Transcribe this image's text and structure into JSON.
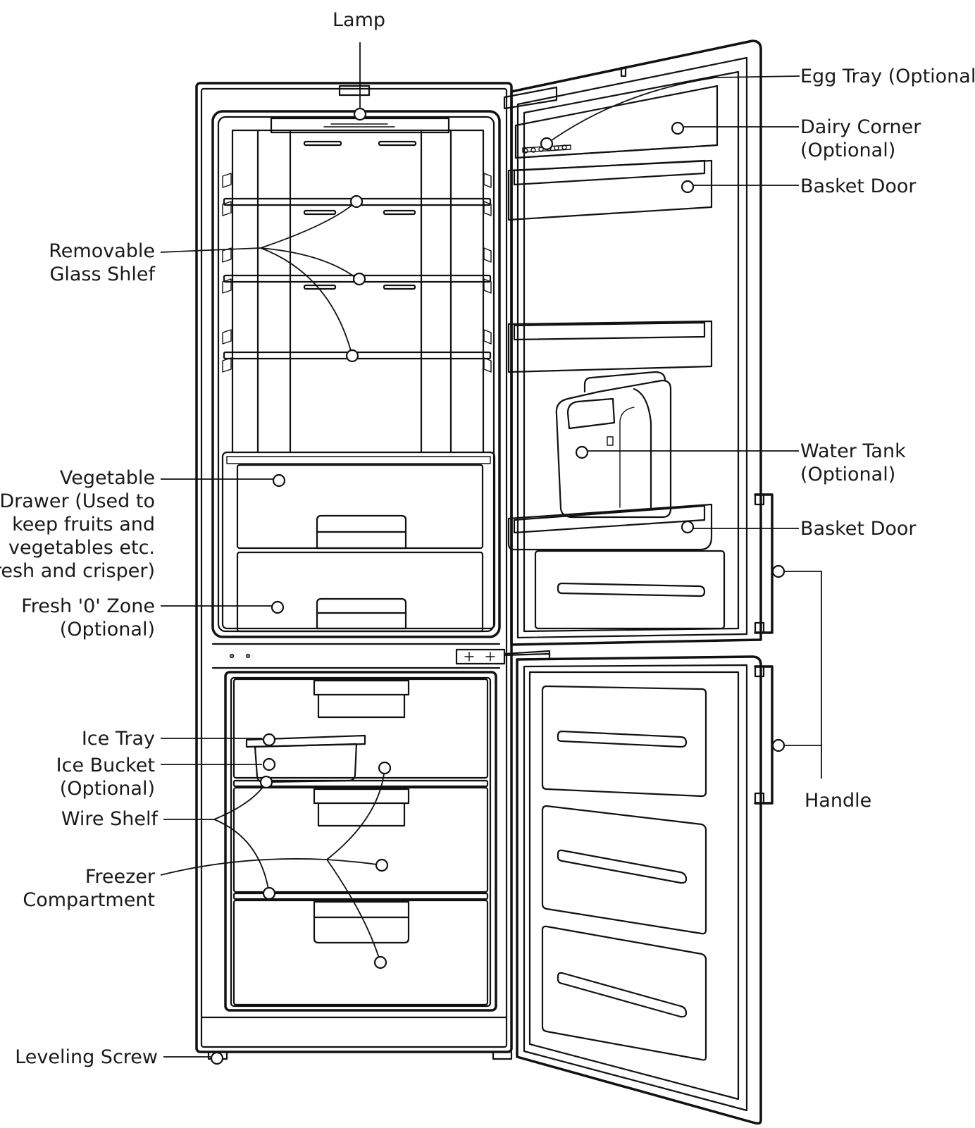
{
  "labels": {
    "lamp": "Lamp",
    "egg_tray": "Egg Tray (Optional)",
    "dairy_corner": [
      "Dairy Corner",
      "(Optional)"
    ],
    "basket_door_top": "Basket Door",
    "removable_glass_shelf": [
      "Removable",
      "Glass Shlef"
    ],
    "vegetable_drawer": [
      "Vegetable",
      "Drawer (Used to",
      "keep fruits and",
      "vegetables etc.",
      "fresh and crisper)"
    ],
    "water_tank": [
      "Water Tank",
      "(Optional)"
    ],
    "basket_door_bottom": "Basket Door",
    "fresh_zone": [
      "Fresh '0' Zone",
      "(Optional)"
    ],
    "ice_tray": "Ice Tray",
    "ice_bucket": [
      "Ice Bucket",
      "(Optional)"
    ],
    "wire_shelf": "Wire Shelf",
    "handle": "Handle",
    "freezer_compartment": [
      "Freezer",
      "Compartment"
    ],
    "leveling_screw": "Leveling Screw"
  },
  "colors": {
    "line": "#111111",
    "text": "#1a1a1a",
    "background": "#ffffff"
  }
}
